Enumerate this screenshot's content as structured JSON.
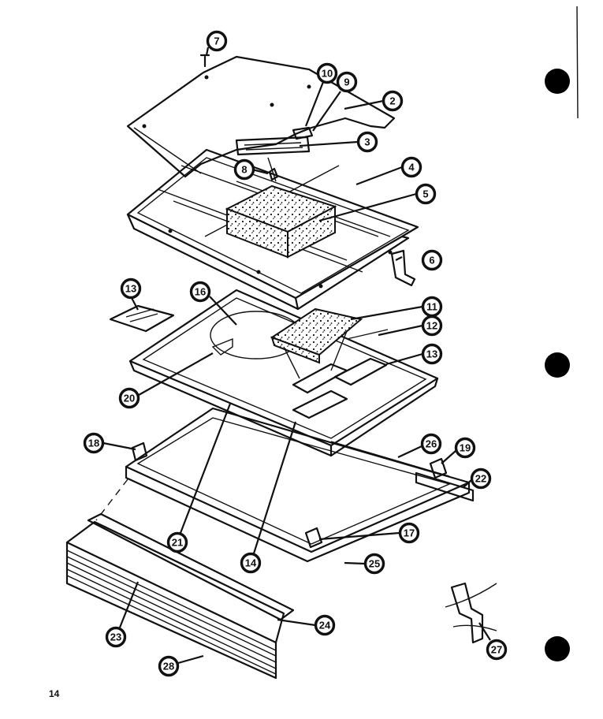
{
  "page_number": "14",
  "callouts": [
    {
      "id": "c7",
      "label": "7"
    },
    {
      "id": "c10",
      "label": "10"
    },
    {
      "id": "c9",
      "label": "9"
    },
    {
      "id": "c2",
      "label": "2"
    },
    {
      "id": "c3",
      "label": "3"
    },
    {
      "id": "c8",
      "label": "8"
    },
    {
      "id": "c4",
      "label": "4"
    },
    {
      "id": "c5",
      "label": "5"
    },
    {
      "id": "c6",
      "label": "6"
    },
    {
      "id": "c13a",
      "label": "13"
    },
    {
      "id": "c16",
      "label": "16"
    },
    {
      "id": "c11",
      "label": "11"
    },
    {
      "id": "c12",
      "label": "12"
    },
    {
      "id": "c13b",
      "label": "13"
    },
    {
      "id": "c26",
      "label": "26"
    },
    {
      "id": "c18",
      "label": "18"
    },
    {
      "id": "c20",
      "label": "20"
    },
    {
      "id": "c19",
      "label": "19"
    },
    {
      "id": "c22",
      "label": "22"
    },
    {
      "id": "c21",
      "label": "21"
    },
    {
      "id": "c14",
      "label": "14"
    },
    {
      "id": "c17",
      "label": "17"
    },
    {
      "id": "c25",
      "label": "25"
    },
    {
      "id": "c24",
      "label": "24"
    },
    {
      "id": "c23",
      "label": "23"
    },
    {
      "id": "c28",
      "label": "28"
    },
    {
      "id": "c27",
      "label": "27"
    }
  ]
}
